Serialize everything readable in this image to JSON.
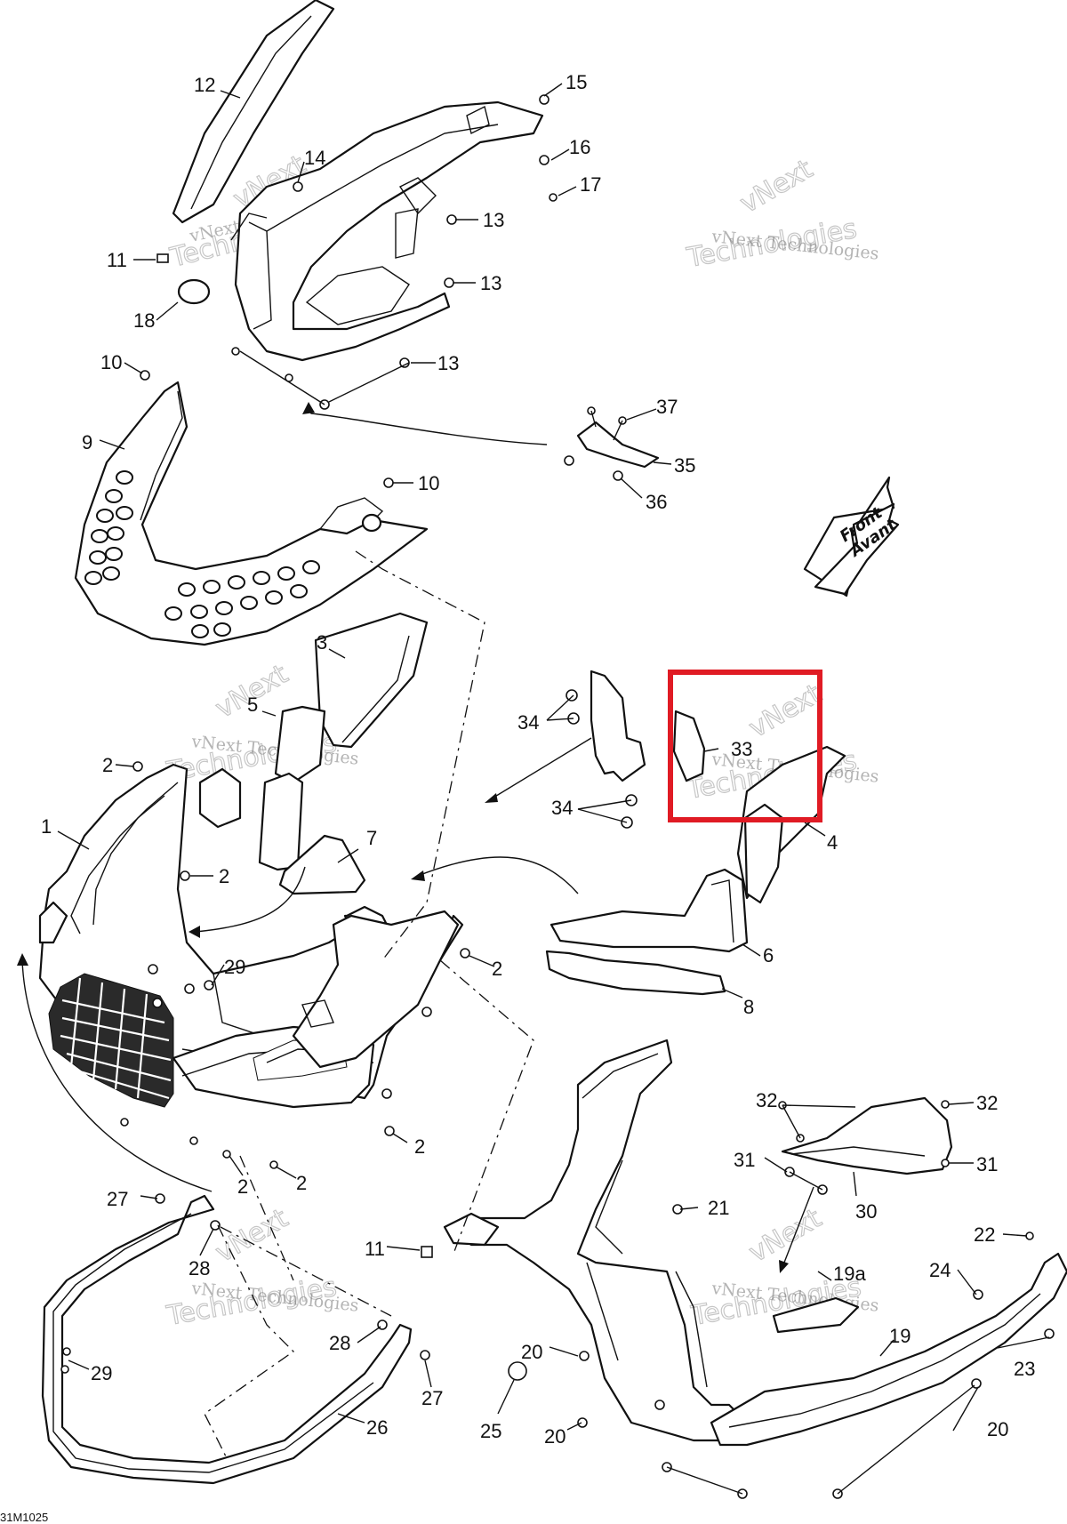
{
  "drawing_code": "31M1025",
  "front_arrow": {
    "line1": "Front",
    "line2": "Avant"
  },
  "watermark": {
    "line1": "vNext Technologies",
    "line2": "Technologies",
    "line3": "vNext"
  },
  "highlight_color": "#e01b24",
  "callouts": {
    "c1": "1",
    "c2a": "2",
    "c2b": "2",
    "c2c": "2",
    "c2d": "2",
    "c2e": "2",
    "c2f": "2",
    "c3": "3",
    "c4": "4",
    "c5": "5",
    "c6": "6",
    "c7": "7",
    "c8": "8",
    "c9": "9",
    "c10a": "10",
    "c10b": "10",
    "c11a": "11",
    "c11b": "11",
    "c12": "12",
    "c13a": "13",
    "c13b": "13",
    "c13c": "13",
    "c14": "14",
    "c15": "15",
    "c16": "16",
    "c17": "17",
    "c18": "18",
    "c19": "19",
    "c19a": "19a",
    "c20a": "20",
    "c20b": "20",
    "c20c": "20",
    "c21": "21",
    "c22": "22",
    "c23": "23",
    "c24": "24",
    "c25": "25",
    "c26": "26",
    "c27a": "27",
    "c27b": "27",
    "c28a": "28",
    "c28b": "28",
    "c29a": "29",
    "c29b": "29",
    "c30": "30",
    "c31a": "31",
    "c31b": "31",
    "c32a": "32",
    "c32b": "32",
    "c33": "33",
    "c34a": "34",
    "c34b": "34",
    "c35": "35",
    "c36": "36",
    "c37": "37"
  }
}
